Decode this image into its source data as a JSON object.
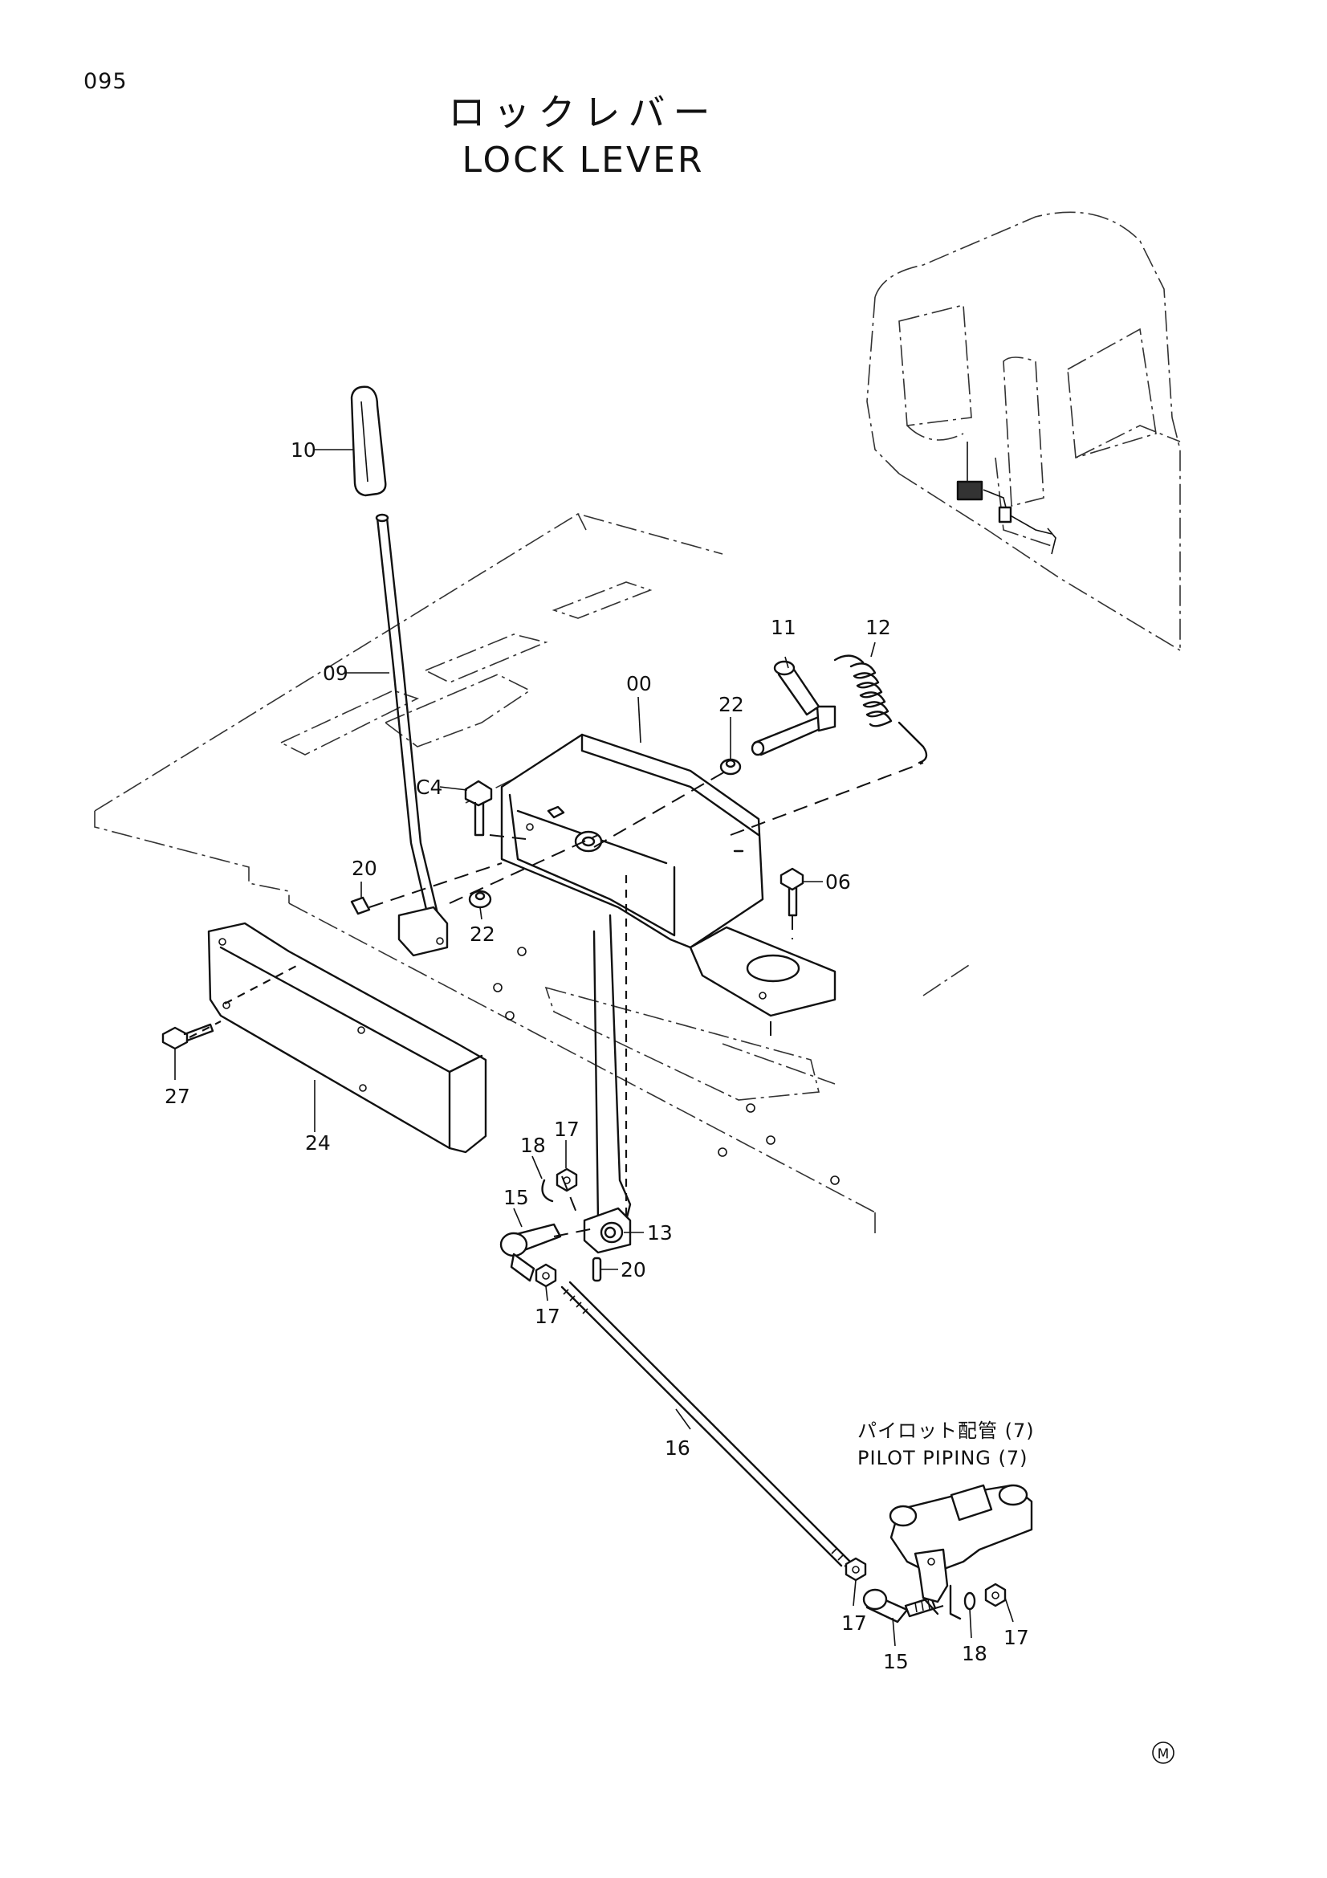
{
  "page": {
    "number": "095"
  },
  "title": {
    "japanese": "ロックレバー",
    "english": "LOCK LEVER"
  },
  "reference": {
    "japanese": "パイロット配管 (7)",
    "english": "PILOT PIPING (7)"
  },
  "mark": "M",
  "parts": [
    {
      "id": "p10",
      "label": "10"
    },
    {
      "id": "p09",
      "label": "09"
    },
    {
      "id": "p11",
      "label": "11"
    },
    {
      "id": "p12",
      "label": "12"
    },
    {
      "id": "p00",
      "label": "00"
    },
    {
      "id": "p22a",
      "label": "22"
    },
    {
      "id": "pC4",
      "label": "C4"
    },
    {
      "id": "p06",
      "label": "06"
    },
    {
      "id": "p20a",
      "label": "20"
    },
    {
      "id": "p22b",
      "label": "22"
    },
    {
      "id": "p27",
      "label": "27"
    },
    {
      "id": "p24",
      "label": "24"
    },
    {
      "id": "p18a",
      "label": "18"
    },
    {
      "id": "p17a",
      "label": "17"
    },
    {
      "id": "p15a",
      "label": "15"
    },
    {
      "id": "p13",
      "label": "13"
    },
    {
      "id": "p20b",
      "label": "20"
    },
    {
      "id": "p17b",
      "label": "17"
    },
    {
      "id": "p16",
      "label": "16"
    },
    {
      "id": "p17c",
      "label": "17"
    },
    {
      "id": "p15b",
      "label": "15"
    },
    {
      "id": "p18b",
      "label": "18"
    },
    {
      "id": "p17d",
      "label": "17"
    }
  ]
}
